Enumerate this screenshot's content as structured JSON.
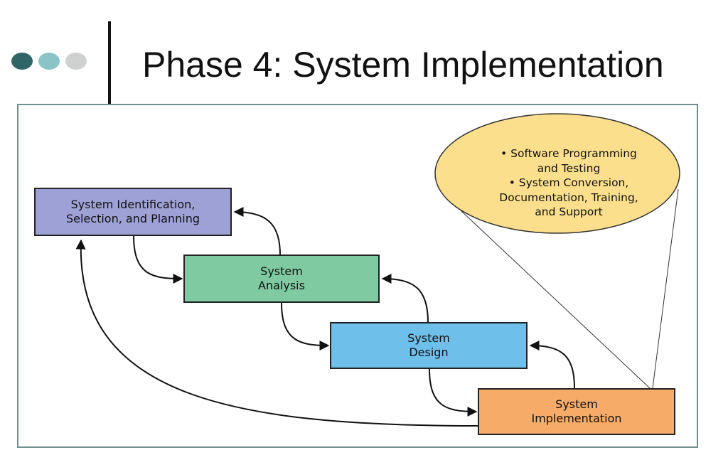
{
  "slide": {
    "title": "Phase 4: System Implementation"
  },
  "diagram": {
    "boxes": [
      {
        "lines": [
          "System Identification,",
          "Selection, and Planning"
        ],
        "color": "#9ea1d5"
      },
      {
        "lines": [
          "System",
          "Analysis"
        ],
        "color": "#7fcaa1"
      },
      {
        "lines": [
          "System",
          "Design"
        ],
        "color": "#6ebfea"
      },
      {
        "lines": [
          "System",
          "Implementation"
        ],
        "color": "#f6ab68"
      }
    ],
    "callout": {
      "color": "#fbdf8c",
      "items": [
        {
          "lines": [
            "• Software Programming",
            "and Testing"
          ]
        },
        {
          "lines": [
            "• System Conversion,",
            "Documentation, Training,",
            "and Support"
          ]
        }
      ]
    }
  },
  "colors": {
    "frame_border": "#6f8f8c",
    "dot_dark": "#2f6566",
    "dot_mid": "#8ac4c6",
    "dot_light": "#cfd1d1"
  }
}
